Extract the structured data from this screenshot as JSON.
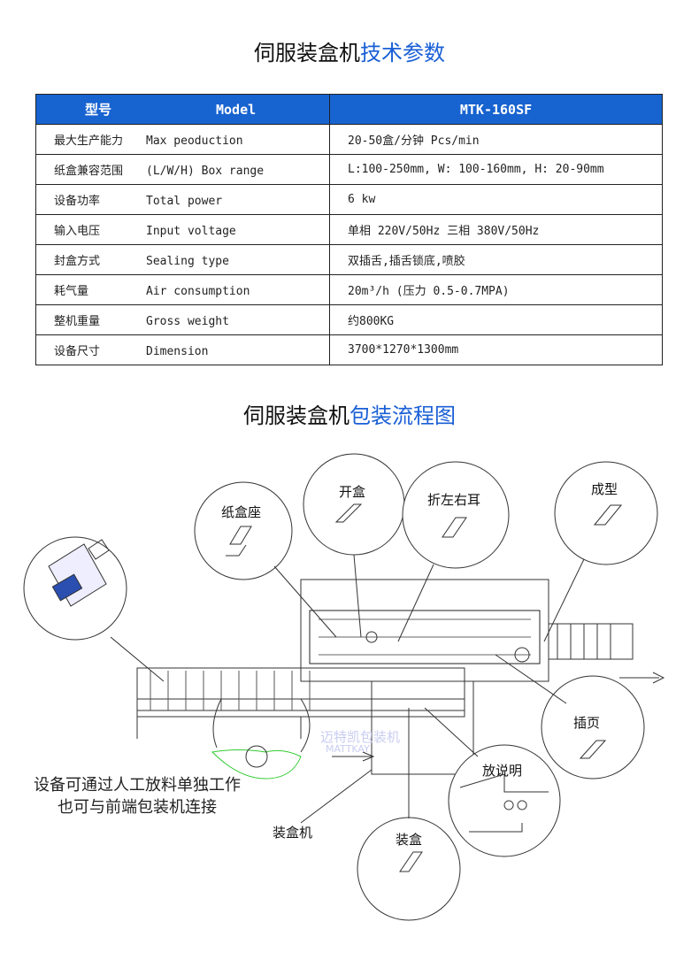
{
  "spec_section": {
    "title_black": "伺服装盒机",
    "title_blue": "技术参数"
  },
  "spec_table": {
    "header": {
      "label_cn": "型号",
      "label_en": "Model",
      "value": "MTK-160SF"
    },
    "rows": [
      {
        "cn": "最大生产能力",
        "en": "Max peoduction",
        "value": "20-50盒/分钟 Pcs/min"
      },
      {
        "cn": "纸盒兼容范围",
        "en": "(L/W/H) Box range",
        "value": "L:100-250mm, W: 100-160mm, H: 20-90mm"
      },
      {
        "cn": "设备功率",
        "en": "Total power",
        "value": "6 kw"
      },
      {
        "cn": "输入电压",
        "en": "Input voltage",
        "value": "单相 220V/50Hz  三相 380V/50Hz"
      },
      {
        "cn": "封盒方式",
        "en": "Sealing type",
        "value": "双插舌,插舌锁底,喷胶"
      },
      {
        "cn": "耗气量",
        "en": "Air consumption",
        "value": "20m³/h (压力 0.5-0.7MPA)"
      },
      {
        "cn": "整机重量",
        "en": "Gross weight",
        "value": "约800KG"
      },
      {
        "cn": "设备尺寸",
        "en": "Dimension",
        "value": "3700*1270*1300mm"
      }
    ]
  },
  "flow_section": {
    "title_black": "伺服装盒机",
    "title_blue": "包装流程图"
  },
  "diagram": {
    "labels": {
      "box_seat": "纸盒座",
      "open_box": "开盒",
      "fold_ears": "折左右耳",
      "forming": "成型",
      "insert": "插页",
      "leaflet": "放说明",
      "boxing": "装盒",
      "machine": "装盒机"
    },
    "note_line1": "设备可通过人工放料单独工作",
    "note_line2": "也可与前端包装机连接",
    "watermark_cn": "迈特凯包装机",
    "watermark_en": "MATTKAY"
  }
}
